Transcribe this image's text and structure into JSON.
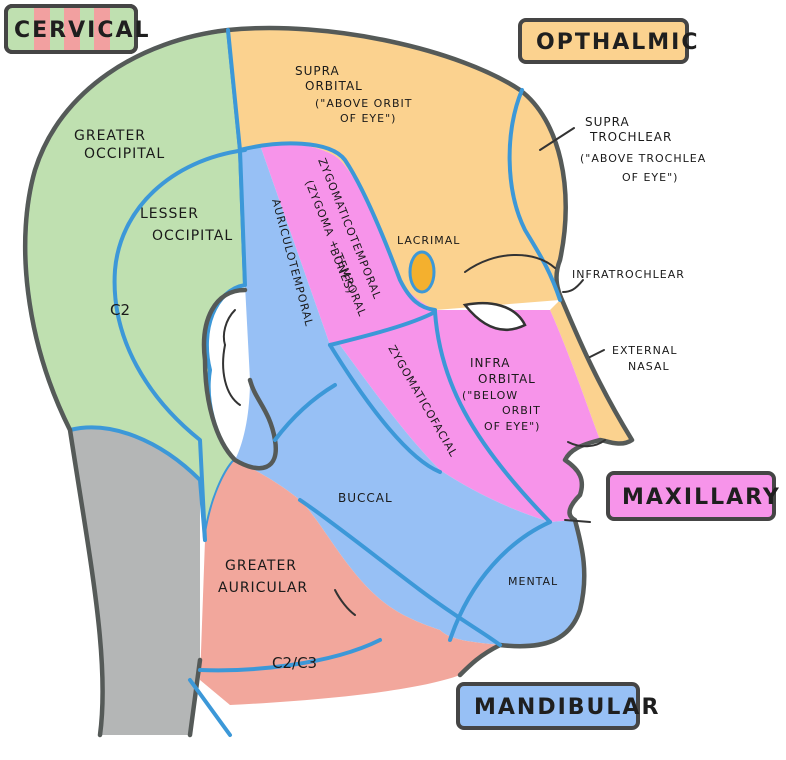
{
  "colors": {
    "cervical": "#bfe0b0",
    "ophthalmic": "#fbd28f",
    "maxillary": "#f794ea",
    "mandibular": "#97c0f5",
    "greater_auricular": "#f2a79c",
    "grey": "#b4b6b6",
    "outline": "#555a58",
    "nerve_line": "#3c98d8"
  },
  "legend": {
    "cervical": "CERVICAL",
    "ophthalmic": "OPTHALMIC",
    "maxillary": "MAXILLARY",
    "mandibular": "MANDIBULAR"
  },
  "labels": {
    "greater_occipital_1": "GREATER",
    "greater_occipital_2": "OCCIPITAL",
    "lesser_occipital_1": "LESSER",
    "lesser_occipital_2": "OCCIPITAL",
    "c2": "C2",
    "supra_orbital_1": "SUPRA",
    "supra_orbital_2": "ORBITAL",
    "supra_orbital_3": "(\"ABOVE ORBIT",
    "supra_orbital_4": "OF EYE\")",
    "supra_trochlear_1": "SUPRA",
    "supra_trochlear_2": "TROCHLEAR",
    "supra_trochlear_3": "(\"ABOVE TROCHLEA",
    "supra_trochlear_4": "OF EYE\")",
    "zygomaticotemporal_1": "ZYGOMATICOTEMPORAL",
    "zygomaticotemporal_2": "(ZYGOMA + TEMPORAL",
    "zygomaticotemporal_3": "BONES)",
    "auriculotemporal": "AURICULOTEMPORAL",
    "lacrimal": "LACRIMAL",
    "infratrochlear": "INFRATROCHLEAR",
    "external_nasal_1": "EXTERNAL",
    "external_nasal_2": "NASAL",
    "zygomaticofacial": "ZYGOMATICOFACIAL",
    "infra_orbital_1": "INFRA",
    "infra_orbital_2": "ORBITAL",
    "infra_orbital_3": "(\"BELOW",
    "infra_orbital_4": "ORBIT",
    "infra_orbital_5": "OF EYE\")",
    "buccal": "BUCCAL",
    "mental": "MENTAL",
    "greater_auricular_1": "GREATER",
    "greater_auricular_2": "AURICULAR",
    "c2_c3": "C2/C3"
  }
}
